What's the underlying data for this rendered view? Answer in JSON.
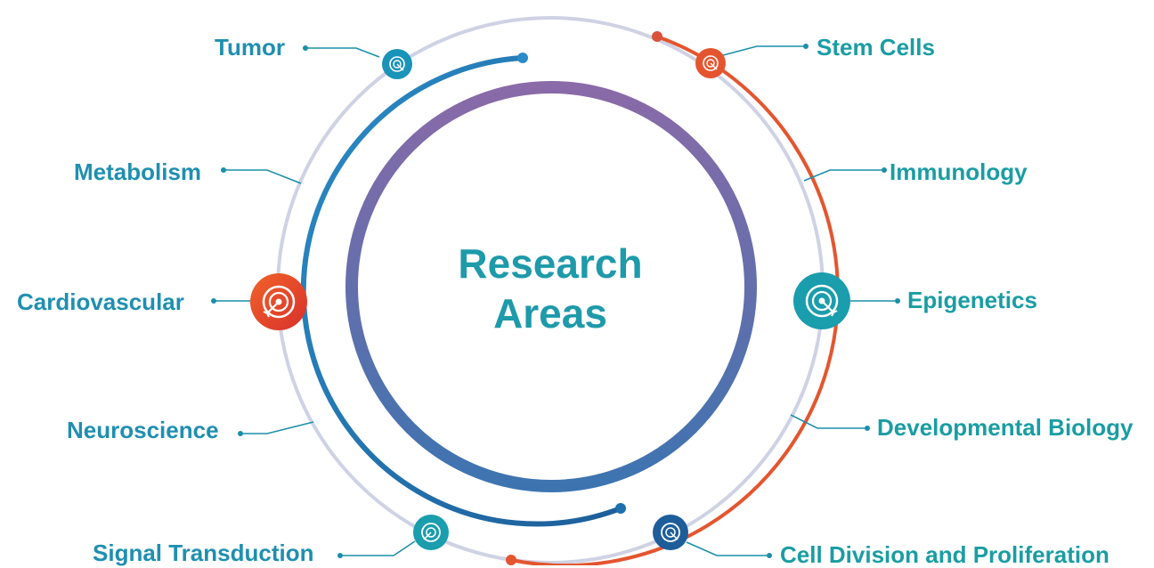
{
  "center_title": {
    "line1": "Research",
    "line2": "Areas"
  },
  "topics": [
    {
      "label": "Tumor",
      "icon": "target-icon"
    },
    {
      "label": "Metabolism"
    },
    {
      "label": "Cardiovascular",
      "icon": "target-icon"
    },
    {
      "label": "Neuroscience"
    },
    {
      "label": "Signal Transduction",
      "icon": "target-icon"
    },
    {
      "label": "Stem Cells",
      "icon": "target-icon"
    },
    {
      "label": "Immunology"
    },
    {
      "label": "Epigenetics",
      "icon": "target-icon"
    },
    {
      "label": "Developmental Biology"
    },
    {
      "label": "Cell Division and Proliferation",
      "icon": "target-icon"
    }
  ],
  "colors": {
    "outer_left_ring": "#c9cde0",
    "outer_right_arc": "#e4552f",
    "middle_arc": "#1d6fae",
    "inner_ring_top": "#8a6aa8",
    "inner_ring_bottom": "#3d74b0",
    "label_blue": "#1f8fb0",
    "label_teal": "#1a9da3",
    "icon_teal": "#1a9dad",
    "icon_red": "#e84a2d",
    "icon_navy": "#1d5e9a"
  }
}
